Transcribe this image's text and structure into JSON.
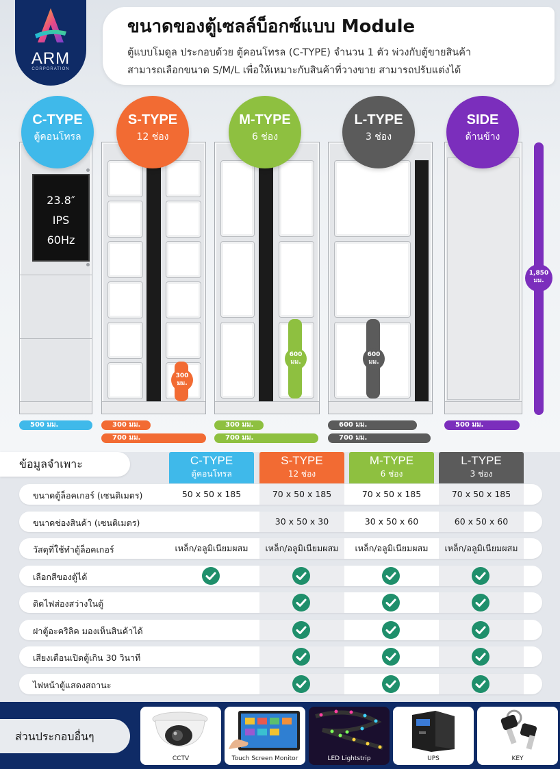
{
  "brand": {
    "name": "ARM",
    "sub": "CORPORATION"
  },
  "header": {
    "title": "ขนาดของตู้เซลล์บ็อกซ์แบบ Module",
    "line1": "ตู้แบบโมดูล ประกอบด้วย ตู้คอนโทรล (C-TYPE) จำนวน 1 ตัว พ่วงกับตู้ขายสินค้า",
    "line2": "สามารถเลือกขนาด S/M/L เพื่อให้เหมาะกับสินค้าที่วางขาย สามารถปรับแต่งได้"
  },
  "modules": {
    "c": {
      "title": "C-TYPE",
      "sub": "ตู้คอนโทรล"
    },
    "s": {
      "title": "S-TYPE",
      "sub": "12 ช่อง"
    },
    "m": {
      "title": "M-TYPE",
      "sub": "6 ช่อง"
    },
    "l": {
      "title": "L-TYPE",
      "sub": "3 ช่อง"
    },
    "side": {
      "title": "SIDE",
      "sub": "ด้านข้าง"
    }
  },
  "screen": {
    "size": "23.8″",
    "panel": "IPS",
    "rate": "60Hz"
  },
  "dimensions": {
    "c_width": "500 มม.",
    "s_slot": "300 มม.",
    "s_width": "700 มม.",
    "m_slot": "300 มม.",
    "m_width": "700 มม.",
    "l_slot": "600 มม.",
    "l_width": "700 มม.",
    "side_depth": "500 มม.",
    "s_height_a": "300",
    "s_height_b": "มม.",
    "m_height_a": "600",
    "m_height_b": "มม.",
    "l_height_a": "600",
    "l_height_b": "มม.",
    "total_height_a": "1,850",
    "total_height_b": "มม."
  },
  "colors": {
    "c": "#3fb9ea",
    "s": "#f26b33",
    "m": "#8ec040",
    "l": "#5b5b5b",
    "side": "#7b2ebc",
    "check": "#1f8f6b",
    "navy": "#0f2b66"
  },
  "spec": {
    "label": "ข้อมูลจำเพาะ",
    "columns": [
      {
        "title": "C-TYPE",
        "sub": "ตู้คอนโทรล"
      },
      {
        "title": "S-TYPE",
        "sub": "12 ช่อง"
      },
      {
        "title": "M-TYPE",
        "sub": "6 ช่อง"
      },
      {
        "title": "L-TYPE",
        "sub": "3 ช่อง"
      }
    ],
    "rows": [
      {
        "label": "ขนาดตู้ล็อคเกอร์ (เซนติเมตร)",
        "values": [
          "50 x 50 x 185",
          "70 x 50 x 185",
          "70 x 50 x 185",
          "70 x 50 x 185"
        ]
      },
      {
        "label": "ขนาดช่องสินค้า (เซนติเมตร)",
        "values": [
          "",
          "30 x 50 x 30",
          "30 x 50 x 60",
          "60 x 50 x 60"
        ]
      },
      {
        "label": "วัสดุที่ใช้ทำตู้ล็อคเกอร์",
        "values": [
          "เหล็ก/อลูมิเนียมผสม",
          "เหล็ก/อลูมิเนียมผสม",
          "เหล็ก/อลูมิเนียมผสม",
          "เหล็ก/อลูมิเนียมผสม"
        ]
      },
      {
        "label": "เลือกสีของตู้ได้",
        "checks": [
          true,
          true,
          true,
          true
        ]
      },
      {
        "label": "ติดไฟส่องสว่างในตู้",
        "checks": [
          false,
          true,
          true,
          true
        ]
      },
      {
        "label": "ฝาตู้อะคริลิค มองเห็นสินค้าได้",
        "checks": [
          false,
          true,
          true,
          true
        ]
      },
      {
        "label": "เสียงเตือนเปิดตู้เกิน 30 วินาที",
        "checks": [
          false,
          true,
          true,
          true
        ]
      },
      {
        "label": "ไฟหน้าตู้แสดงสถานะ",
        "checks": [
          false,
          true,
          true,
          true
        ]
      }
    ]
  },
  "accessories": {
    "label": "ส่วนประกอบอื่นๆ",
    "items": [
      {
        "name": "CCTV",
        "icon": "cctv-icon"
      },
      {
        "name": "Touch Screen Monitor",
        "icon": "touch-monitor-icon"
      },
      {
        "name": "LED Lightstrip",
        "icon": "led-strip-icon"
      },
      {
        "name": "UPS",
        "icon": "ups-icon"
      },
      {
        "name": "KEY",
        "icon": "key-icon"
      }
    ]
  }
}
